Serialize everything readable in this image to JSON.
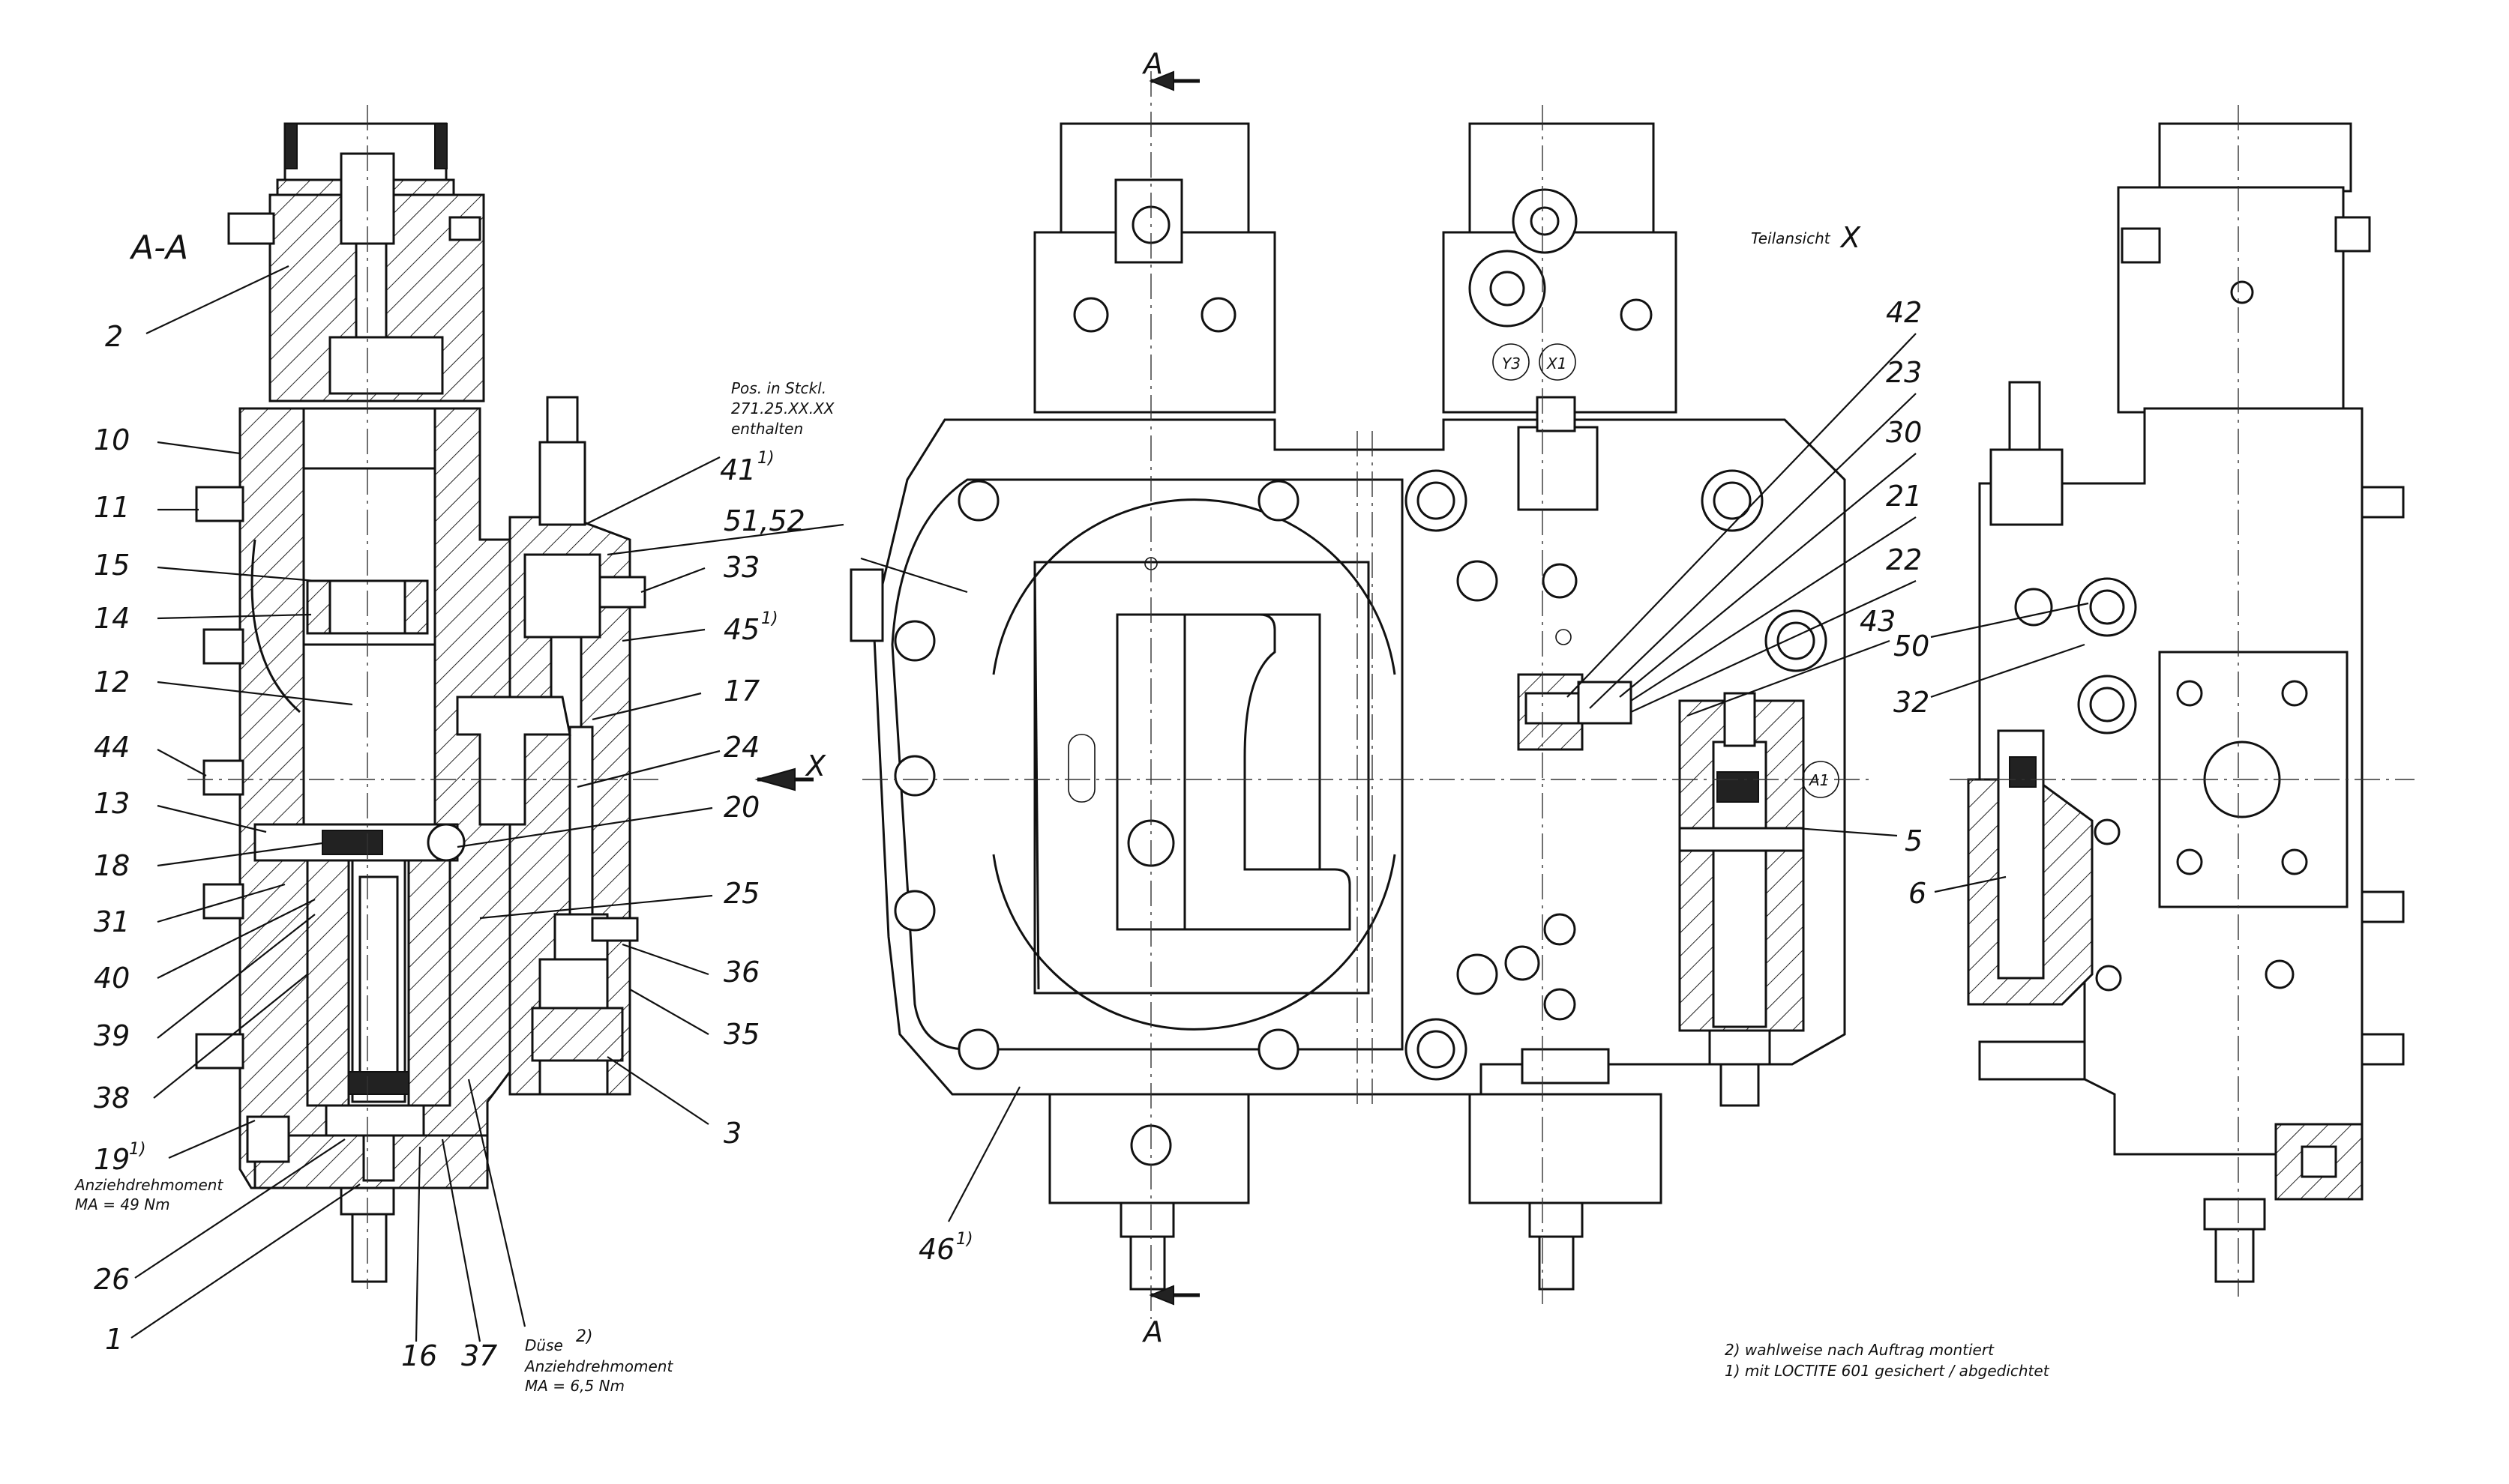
{
  "section_label": "A-A",
  "partial_view_label": "Teilansicht",
  "partial_view_letter": "X",
  "view_x_arrow_label": "X",
  "section_marks": {
    "top": "A",
    "bottom": "A"
  },
  "position_numbers": [
    {
      "id": "2",
      "text": "2"
    },
    {
      "id": "10",
      "text": "10"
    },
    {
      "id": "11",
      "text": "11"
    },
    {
      "id": "15",
      "text": "15"
    },
    {
      "id": "14",
      "text": "14"
    },
    {
      "id": "12",
      "text": "12"
    },
    {
      "id": "44",
      "text": "44"
    },
    {
      "id": "13",
      "text": "13"
    },
    {
      "id": "18",
      "text": "18"
    },
    {
      "id": "31",
      "text": "31"
    },
    {
      "id": "40",
      "text": "40"
    },
    {
      "id": "39",
      "text": "39"
    },
    {
      "id": "38",
      "text": "38"
    },
    {
      "id": "19",
      "text": "19",
      "superscript": "1)"
    },
    {
      "id": "26",
      "text": "26"
    },
    {
      "id": "1",
      "text": "1"
    },
    {
      "id": "16",
      "text": "16"
    },
    {
      "id": "37",
      "text": "37"
    },
    {
      "id": "41",
      "text": "41",
      "superscript": "1)"
    },
    {
      "id": "51_52",
      "text": "51,52"
    },
    {
      "id": "33",
      "text": "33"
    },
    {
      "id": "45",
      "text": "45",
      "superscript": "1)"
    },
    {
      "id": "17",
      "text": "17"
    },
    {
      "id": "24",
      "text": "24"
    },
    {
      "id": "20",
      "text": "20"
    },
    {
      "id": "25",
      "text": "25"
    },
    {
      "id": "36",
      "text": "36"
    },
    {
      "id": "35",
      "text": "35"
    },
    {
      "id": "3",
      "text": "3"
    },
    {
      "id": "46",
      "text": "46",
      "superscript": "1)"
    },
    {
      "id": "42",
      "text": "42"
    },
    {
      "id": "23",
      "text": "23"
    },
    {
      "id": "30",
      "text": "30"
    },
    {
      "id": "21",
      "text": "21"
    },
    {
      "id": "22",
      "text": "22"
    },
    {
      "id": "43",
      "text": "43"
    },
    {
      "id": "50",
      "text": "50"
    },
    {
      "id": "32",
      "text": "32"
    },
    {
      "id": "5",
      "text": "5"
    },
    {
      "id": "6",
      "text": "6"
    }
  ],
  "port_labels": {
    "y3": "Y3",
    "x1": "X1",
    "a1": "A1"
  },
  "notes": {
    "pos_in_list_1": "Pos. in Stckl.",
    "pos_in_list_2": "271.25.XX.XX",
    "pos_in_list_3": "enthalten",
    "torque_19_1": "Anziehdrehmoment",
    "torque_19_2": "MA = 49 Nm",
    "duese_1": "Düse",
    "duese_sup": "2)",
    "duese_2": "Anziehdrehmoment",
    "duese_3": "MA = 6,5 Nm",
    "footnote_2": "2) wahlweise nach Auftrag montiert",
    "footnote_1": "1) mit LOCTITE 601 gesichert / abgedichtet"
  }
}
